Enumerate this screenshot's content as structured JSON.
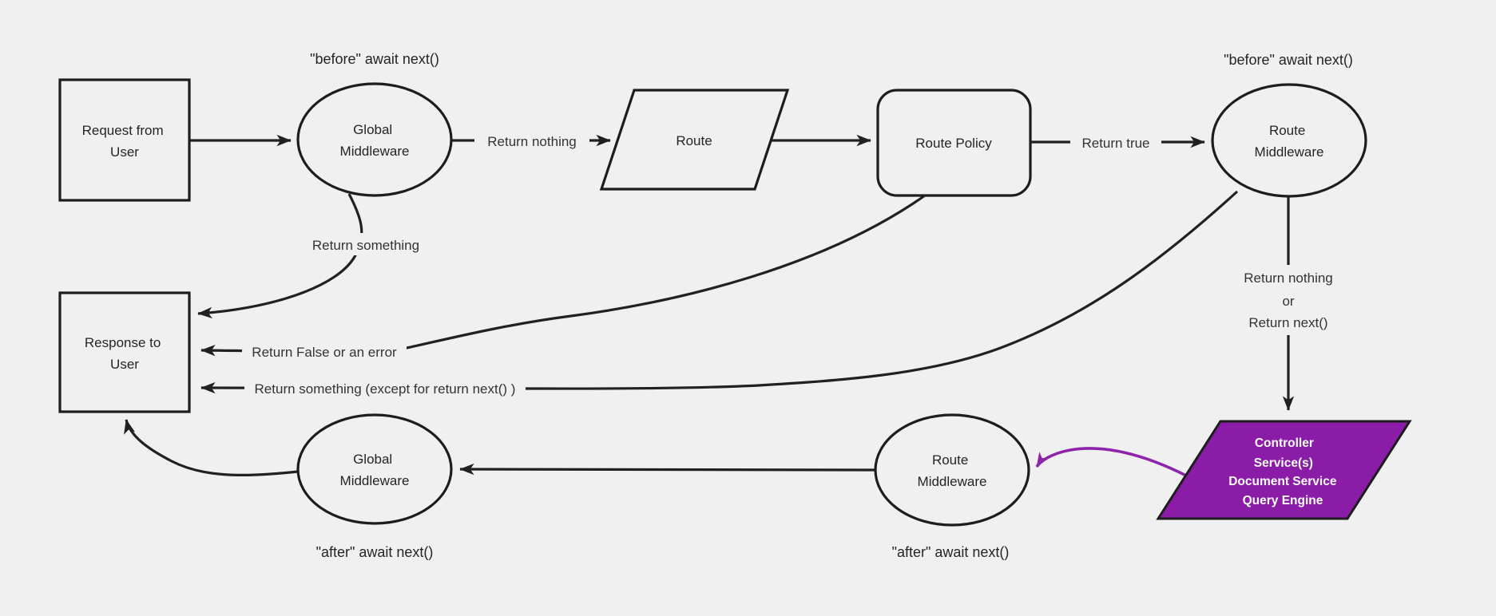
{
  "diagram": {
    "title": "Request lifecycle middleware flowchart",
    "colors": {
      "background": "#f0f0f0",
      "node_fill": "#f0f0f0",
      "line": "#212121",
      "text": "#252525",
      "controller_fill": "#8A1CA8",
      "controller_text": "#ffffff",
      "purple_arrow": "#8E24AA"
    },
    "nodes": {
      "request": {
        "shape": "rectangle",
        "lines": [
          "Request from",
          "User"
        ]
      },
      "global_mw_top": {
        "shape": "ellipse",
        "lines": [
          "Global",
          "Middleware"
        ]
      },
      "route": {
        "shape": "parallelogram",
        "label": "Route"
      },
      "route_policy": {
        "shape": "rounded-rectangle",
        "label": "Route Policy"
      },
      "route_mw_top": {
        "shape": "ellipse",
        "lines": [
          "Route",
          "Middleware"
        ]
      },
      "response": {
        "shape": "rectangle",
        "lines": [
          "Response to",
          "User"
        ]
      },
      "global_mw_bottom": {
        "shape": "ellipse",
        "lines": [
          "Global",
          "Middleware"
        ]
      },
      "route_mw_bottom": {
        "shape": "ellipse",
        "lines": [
          "Route",
          "Middleware"
        ]
      },
      "controller": {
        "shape": "parallelogram",
        "lines": [
          "Controller",
          "Service(s)",
          "Document Service",
          "Query Engine"
        ]
      }
    },
    "annotations": {
      "before_global": "\"before\" await next()",
      "before_route": "\"before\" await next()",
      "after_global": "\"after\" await next()",
      "after_route": "\"after\" await next()"
    },
    "edge_labels": {
      "return_nothing": "Return nothing",
      "return_true": "Return true",
      "return_something": "Return something",
      "return_false_or_error": "Return False or an error",
      "return_something_except": "Return something (except for return next() )",
      "return_nothing_or": [
        "Return nothing",
        "or",
        "Return next()"
      ]
    }
  }
}
